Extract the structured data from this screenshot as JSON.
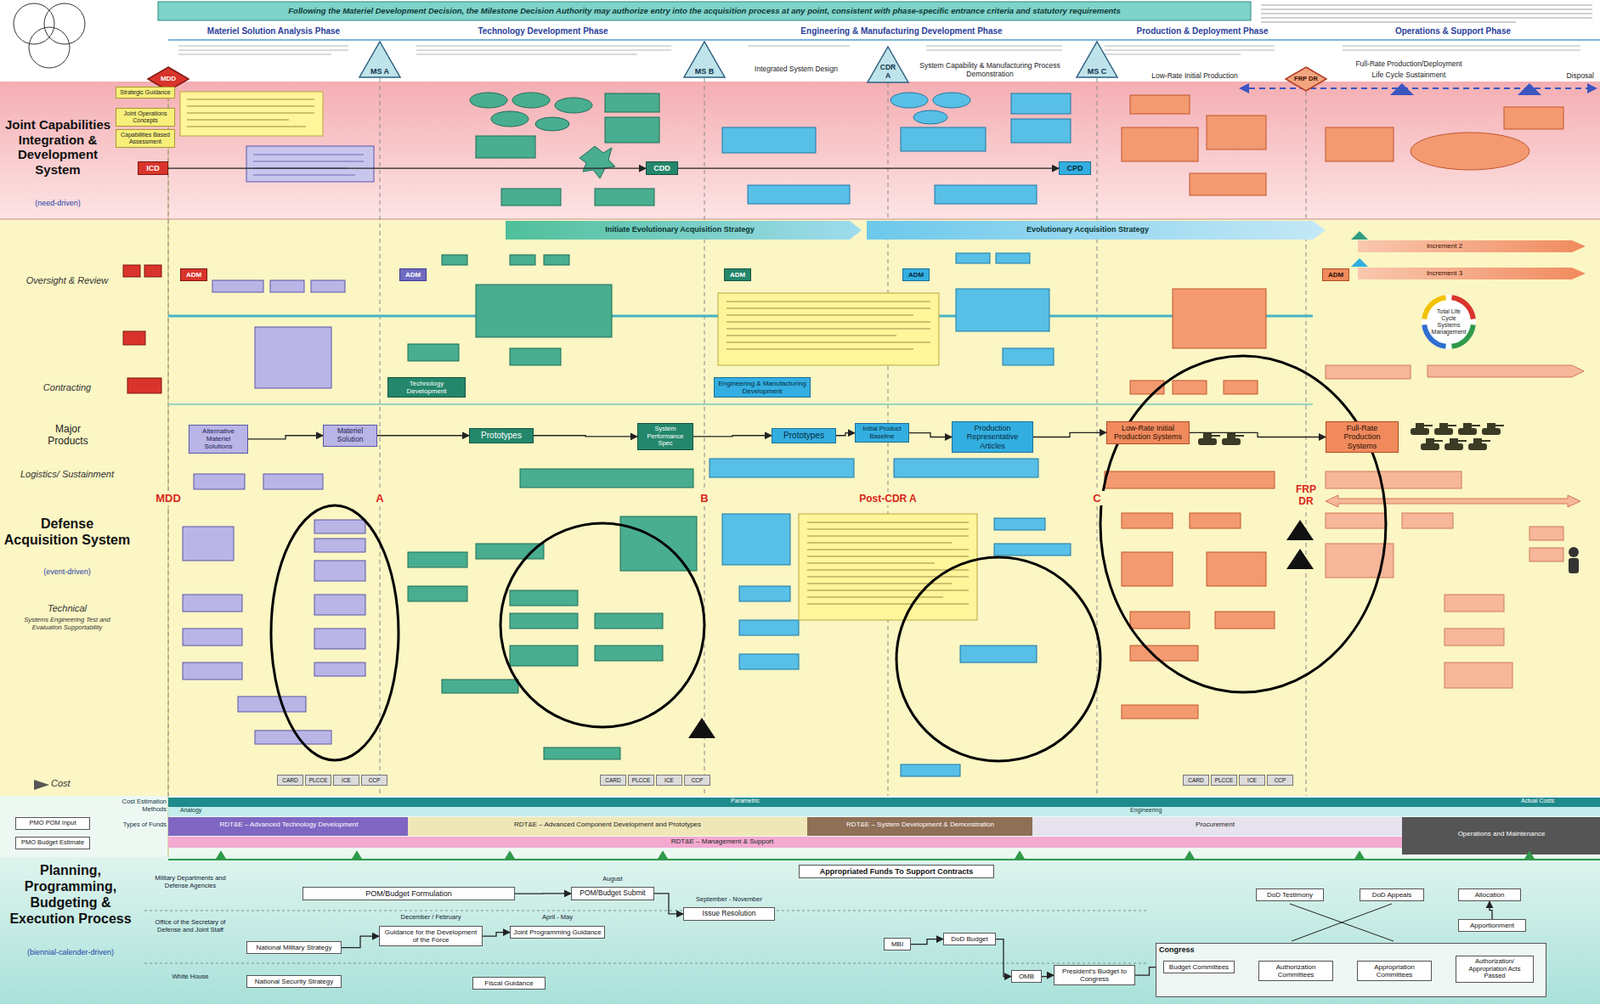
{
  "diagram": {
    "nodes": [
      {
        "text": [
          "MDD"
        ]
      },
      {
        "text": [
          "MS A"
        ]
      },
      {
        "text": [
          "MS B"
        ]
      },
      {
        "text": [
          "CDR A"
        ]
      },
      {
        "text": [
          "MS C"
        ]
      },
      {
        "text": [
          "FRP DR"
        ]
      },
      {
        "text": [
          "Strategic Guidance"
        ]
      },
      {
        "text": [
          "Joint Operations Concepts"
        ]
      },
      {
        "text": [
          "Capabilities Based Assessment"
        ]
      },
      {
        "text": [
          "ICD"
        ]
      },
      {
        "text": [
          "CDD"
        ]
      },
      {
        "text": [
          "CPD"
        ]
      },
      {
        "text": [
          "ADM"
        ]
      },
      {
        "text": [
          "ADM"
        ]
      },
      {
        "text": [
          "ADM"
        ]
      },
      {
        "text": [
          "ADM"
        ]
      },
      {
        "text": [
          "ADM"
        ]
      },
      {
        "text": [
          "Technology Development"
        ]
      },
      {
        "text": [
          "Engineering & Manufacturing Development"
        ]
      },
      {
        "text": [
          "Alternative Materiel Solutions"
        ]
      },
      {
        "text": [
          "Materiel Solution"
        ]
      },
      {
        "text": [
          "Prototypes"
        ]
      },
      {
        "text": [
          "System Performance Spec"
        ]
      },
      {
        "text": [
          "Prototypes"
        ]
      },
      {
        "text": [
          "Initial Product Baseline"
        ]
      },
      {
        "text": [
          "Production Representative Articles"
        ]
      },
      {
        "text": [
          "Low-Rate Initial Production Systems"
        ]
      },
      {
        "text": [
          "Full-Rate Production Systems"
        ]
      },
      {
        "text": [
          "Total Life Cycle Systems Management"
        ]
      },
      {
        "text": [
          "CARD"
        ]
      },
      {
        "text": [
          "PLCCE"
        ]
      },
      {
        "text": [
          "ICE"
        ]
      },
      {
        "text": [
          "CCP"
        ]
      },
      {
        "text": [
          "CARD"
        ]
      },
      {
        "text": [
          "PLCCE"
        ]
      },
      {
        "text": [
          "ICE"
        ]
      },
      {
        "text": [
          "CCP"
        ]
      },
      {
        "text": [
          "CARD"
        ]
      },
      {
        "text": [
          "PLCCE"
        ]
      },
      {
        "text": [
          "ICE"
        ]
      },
      {
        "text": [
          "CCP"
        ]
      },
      {
        "text": [
          "PMO POM Input"
        ]
      },
      {
        "text": [
          "PMO Budget Estimate"
        ]
      },
      {
        "text": [
          "Appropriated Funds To Support Contracts"
        ]
      },
      {
        "text": [
          "POM/Budget Formulation"
        ]
      },
      {
        "text": [
          "POM/Budget Submit"
        ]
      },
      {
        "text": [
          "Issue Resolution"
        ]
      },
      {
        "text": [
          "National Military Strategy"
        ]
      },
      {
        "text": [
          "Guidance for the Development of the Force"
        ]
      },
      {
        "text": [
          "Joint Programming Guidance"
        ]
      },
      {
        "text": [
          "National Security Strategy"
        ]
      },
      {
        "text": [
          "Fiscal Guidance"
        ]
      },
      {
        "text": [
          "MBI"
        ]
      },
      {
        "text": [
          "DoD Budget"
        ]
      },
      {
        "text": [
          "OMB"
        ]
      },
      {
        "text": [
          "President's Budget to Congress"
        ]
      },
      {
        "text": [
          "Congress"
        ]
      },
      {
        "text": [
          "Budget Committees"
        ],
        "in": 56
      },
      {
        "text": [
          "Authorization Committees"
        ],
        "in": 56
      },
      {
        "text": [
          "Appropriation Committees"
        ],
        "in": 56
      },
      {
        "text": [
          "Authorization/ Appropriation Acts Passed"
        ],
        "in": 56
      },
      {
        "text": [
          "DoD Testimony"
        ]
      },
      {
        "text": [
          "DoD Appeals"
        ]
      },
      {
        "text": [
          "Allocation"
        ]
      },
      {
        "text": [
          "Apportionment"
        ]
      }
    ],
    "edges": [
      {
        "from": 9,
        "to": 10,
        "arrow": "to"
      },
      {
        "from": 10,
        "to": 11,
        "arrow": "to"
      },
      {
        "from": 19,
        "to": 20,
        "arrow": "to"
      },
      {
        "from": 20,
        "to": 21,
        "arrow": "to"
      },
      {
        "from": 21,
        "to": 22,
        "arrow": "to"
      },
      {
        "from": 22,
        "to": 23,
        "arrow": "to"
      },
      {
        "from": 23,
        "to": 24,
        "arrow": "to"
      },
      {
        "from": 24,
        "to": 25,
        "arrow": "to"
      },
      {
        "from": 25,
        "to": 26,
        "arrow": "to"
      },
      {
        "from": 26,
        "to": 27,
        "arrow": "to"
      },
      {
        "from": 44,
        "to": 45,
        "arrow": "to"
      },
      {
        "from": 45,
        "to": 46,
        "arrow": "to"
      },
      {
        "from": 47,
        "to": 48,
        "arrow": "to"
      },
      {
        "from": 48,
        "to": 49,
        "arrow": "to"
      },
      {
        "from": 52,
        "to": 53,
        "arrow": "to"
      },
      {
        "from": 53,
        "to": 54,
        "arrow": "to"
      },
      {
        "from": 54,
        "to": 55,
        "arrow": "to"
      },
      {
        "from": 55,
        "to": 57,
        "arrow": "to"
      },
      {
        "from": 57,
        "to": 58,
        "arrow": "to"
      },
      {
        "from": 58,
        "to": 59,
        "arrow": "to"
      },
      {
        "from": 59,
        "to": 60,
        "arrow": "to"
      },
      {
        "from": 64,
        "to": 63,
        "arrow": "to"
      }
    ],
    "labels": [
      "Following the Materiel Development Decision, the Milestone Decision Authority may authorize entry into the acquisition process at any point, consistent with phase-specific entrance criteria and statutory requirements",
      "Materiel Solution Analysis Phase",
      "Technology Development Phase",
      "Engineering & Manufacturing Development Phase",
      "Production & Deployment Phase",
      "Operations & Support Phase",
      "Integrated System Design",
      "System Capability & Manufacturing Process Demonstration",
      "Low-Rate Initial Production",
      "Full-Rate Production/Deployment",
      "Life Cycle Sustainment",
      "Disposal",
      "Joint Capabilities Integration & Development System",
      "(need-driven)",
      "Oversight & Review",
      "Contracting",
      "Major Products",
      "Logistics/ Sustainment",
      "Defense Acquisition System",
      "(event-driven)",
      "Technical",
      "Systems Engineering Test and Evaluation Supportability",
      "Cost",
      "Planning, Programming, Budgeting & Execution Process",
      "(biennial-calender-driven)",
      "Initiate Evolutionary Acquisition Strategy",
      "Evolutionary Acquisition Strategy",
      "Increment 2",
      "Increment 3",
      "MDD",
      "A",
      "B",
      "Post-CDR A",
      "C",
      "FRP DR",
      "Cost Estimation Methods",
      "Analogy",
      "Parametric",
      "Engineering",
      "Actual Costs",
      "Types of Funds",
      "RDT&E – Advanced Technology Development",
      "RDT&E – Advanced Component Development and Prototypes",
      "RDT&E – System Development & Demonstration",
      "Procurement",
      "Operations and Maintenance",
      "RDT&E – Management & Support",
      "Military Departments and Defense Agencies",
      "Office of the Secretary of Defense and Joint Staff",
      "White House",
      "August",
      "September - November",
      "December / February",
      "April - May"
    ]
  }
}
